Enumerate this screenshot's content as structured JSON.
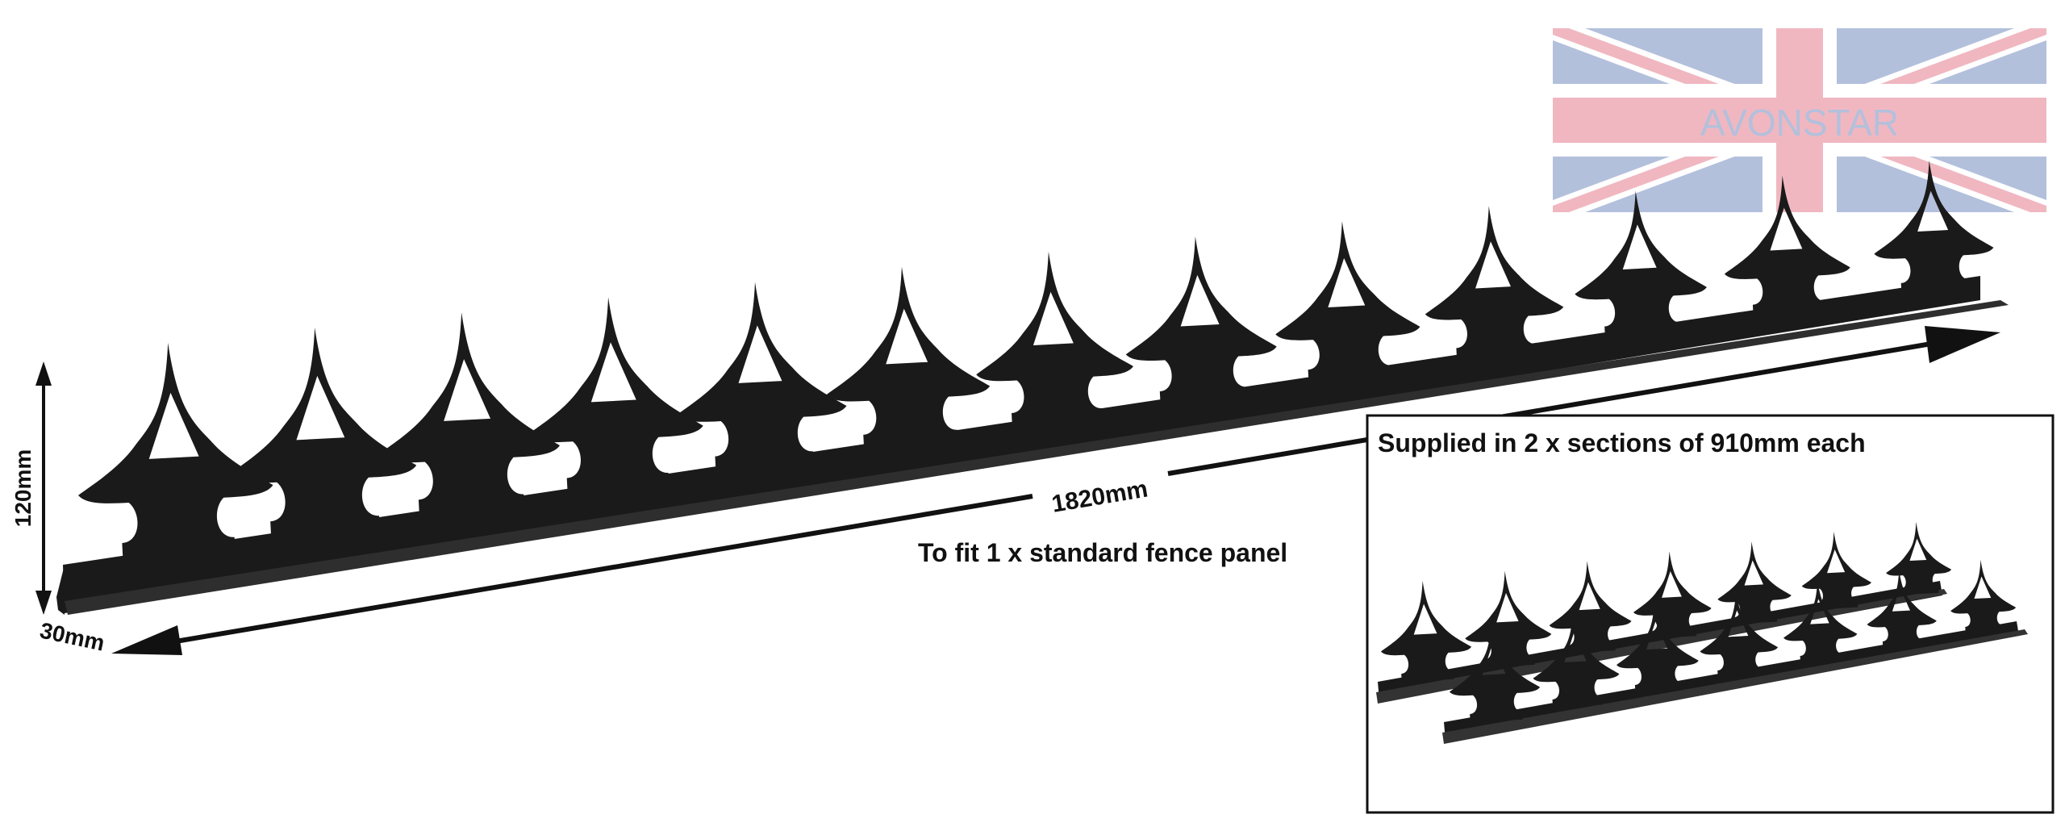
{
  "watermark": {
    "brand": "AVONSTAR",
    "flag_colors": {
      "blue": "#b3c0dc",
      "red": "#f0b7c1",
      "white": "#ffffff"
    }
  },
  "main_product": {
    "spike_count": 13,
    "color": "#1a1a1a",
    "dimensions": {
      "length_label": "1820mm",
      "height_label": "120mm",
      "depth_label": "30mm"
    },
    "fit_caption": "To fit 1 x standard fence panel"
  },
  "inset": {
    "caption": "Supplied in 2 x sections of 910mm each",
    "section_spike_count": 7
  }
}
